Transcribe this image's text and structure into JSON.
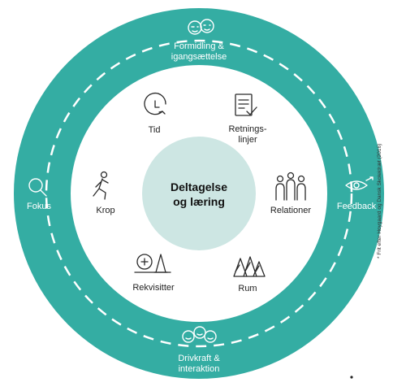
{
  "colors": {
    "ring": "#34ada3",
    "center": "#cde6e3",
    "inner": "#ffffff"
  },
  "center": {
    "line1": "Deltagelse",
    "line2": "og læring"
  },
  "outer": {
    "top": {
      "line1": "Formidling &",
      "line2": "igangsættelse",
      "icon": "two-faces-icon"
    },
    "left": {
      "label": "Fokus",
      "icon": "magnifier-icon"
    },
    "right": {
      "label": "Feedback",
      "icon": "eye-arrow-icon"
    },
    "bottom": {
      "line1": "Drivkraft &",
      "line2": "interaktion",
      "icon": "group-faces-icon"
    }
  },
  "inner": {
    "tid": {
      "label": "Tid",
      "icon": "clock-icon"
    },
    "retningslinjer": {
      "line1": "Retnings-",
      "line2": "linjer",
      "icon": "checklist-icon"
    },
    "relationer": {
      "label": "Relationer",
      "icon": "people-icon"
    },
    "rum": {
      "label": "Rum",
      "icon": "trees-icon"
    },
    "rekvisitter": {
      "label": "Rekvisitter",
      "icon": "props-icon"
    },
    "krop": {
      "label": "Krop",
      "icon": "running-figure-icon"
    }
  },
  "source_note": "* Frit efter Hoygaard og Dansk Skoleidræt (2016)"
}
